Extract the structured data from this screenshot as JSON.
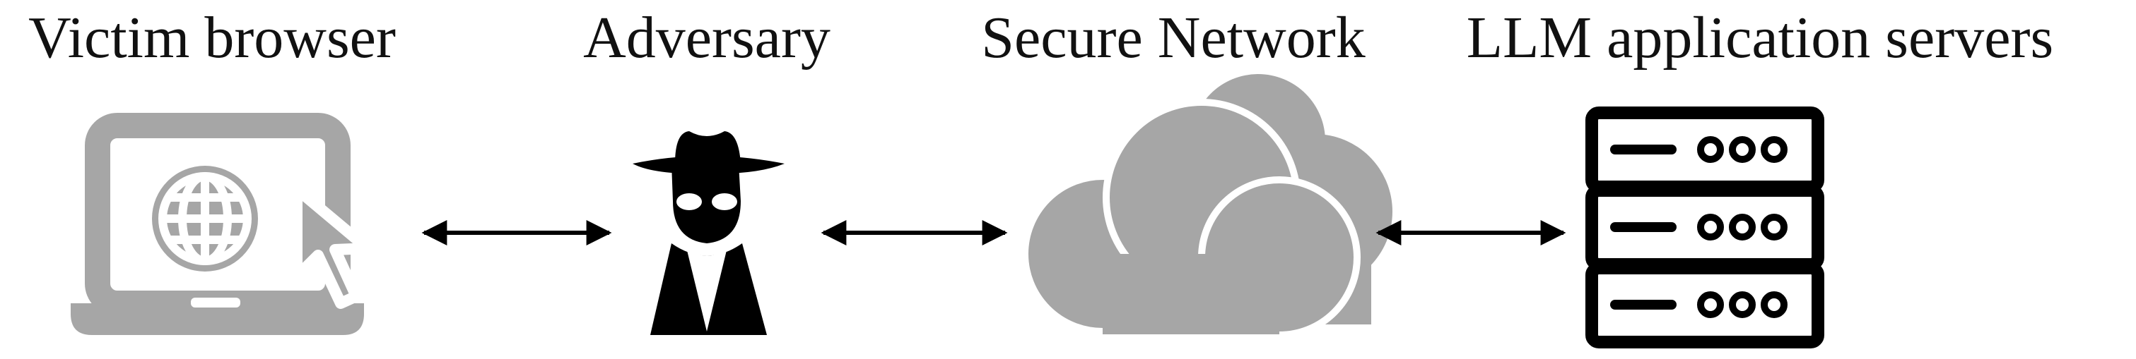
{
  "labels": {
    "victim": "Victim browser",
    "adversary": "Adversary",
    "network": "Secure Network",
    "servers": "LLM application servers"
  },
  "icons": {
    "victim": "laptop-globe-cursor-icon",
    "adversary": "spy-hat-icon",
    "network": "cloud-icon",
    "servers": "server-rack-icon"
  },
  "colors": {
    "gray": "#a6a6a6",
    "black": "#000000",
    "white": "#ffffff"
  }
}
